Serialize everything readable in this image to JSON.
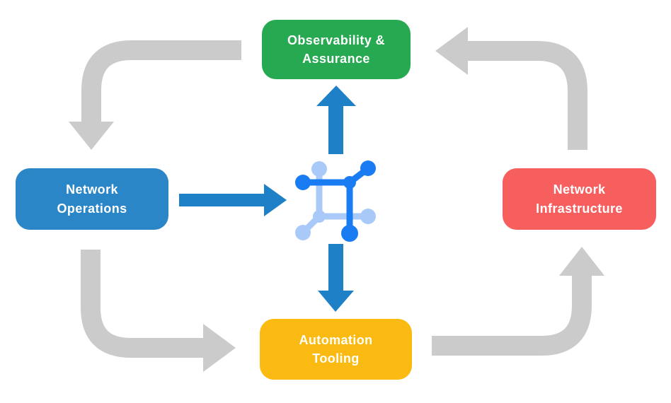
{
  "nodes": {
    "observability": {
      "label": "Observability &\nAssurance",
      "color": "#27A952"
    },
    "operations": {
      "label": "Network\nOperations",
      "color": "#2B86C7"
    },
    "infrastructure": {
      "label": "Network\nInfrastructure",
      "color": "#F75F5F"
    },
    "automation": {
      "label": "Automation\nTooling",
      "color": "#FBBA12"
    }
  },
  "colors": {
    "background": "#FFFFFF",
    "arrow_gray": "#CBCBCB",
    "arrow_blue": "#1E81C8",
    "icon_dark": "#1A7CF2",
    "icon_light": "#A9CAF8"
  },
  "icon": {
    "name": "network-node-icon"
  },
  "flows": [
    {
      "from": "Observability & Assurance",
      "to": "Network Operations",
      "style": "gray"
    },
    {
      "from": "Network Operations",
      "to": "Automation Tooling",
      "style": "gray"
    },
    {
      "from": "Automation Tooling",
      "to": "Network Infrastructure",
      "style": "gray"
    },
    {
      "from": "Network Infrastructure",
      "to": "Observability & Assurance",
      "style": "gray"
    },
    {
      "from": "Network Operations",
      "to": "center network icon",
      "style": "blue"
    },
    {
      "from": "center network icon",
      "to": "Observability & Assurance",
      "style": "blue"
    },
    {
      "from": "center network icon",
      "to": "Automation Tooling",
      "style": "blue"
    }
  ]
}
